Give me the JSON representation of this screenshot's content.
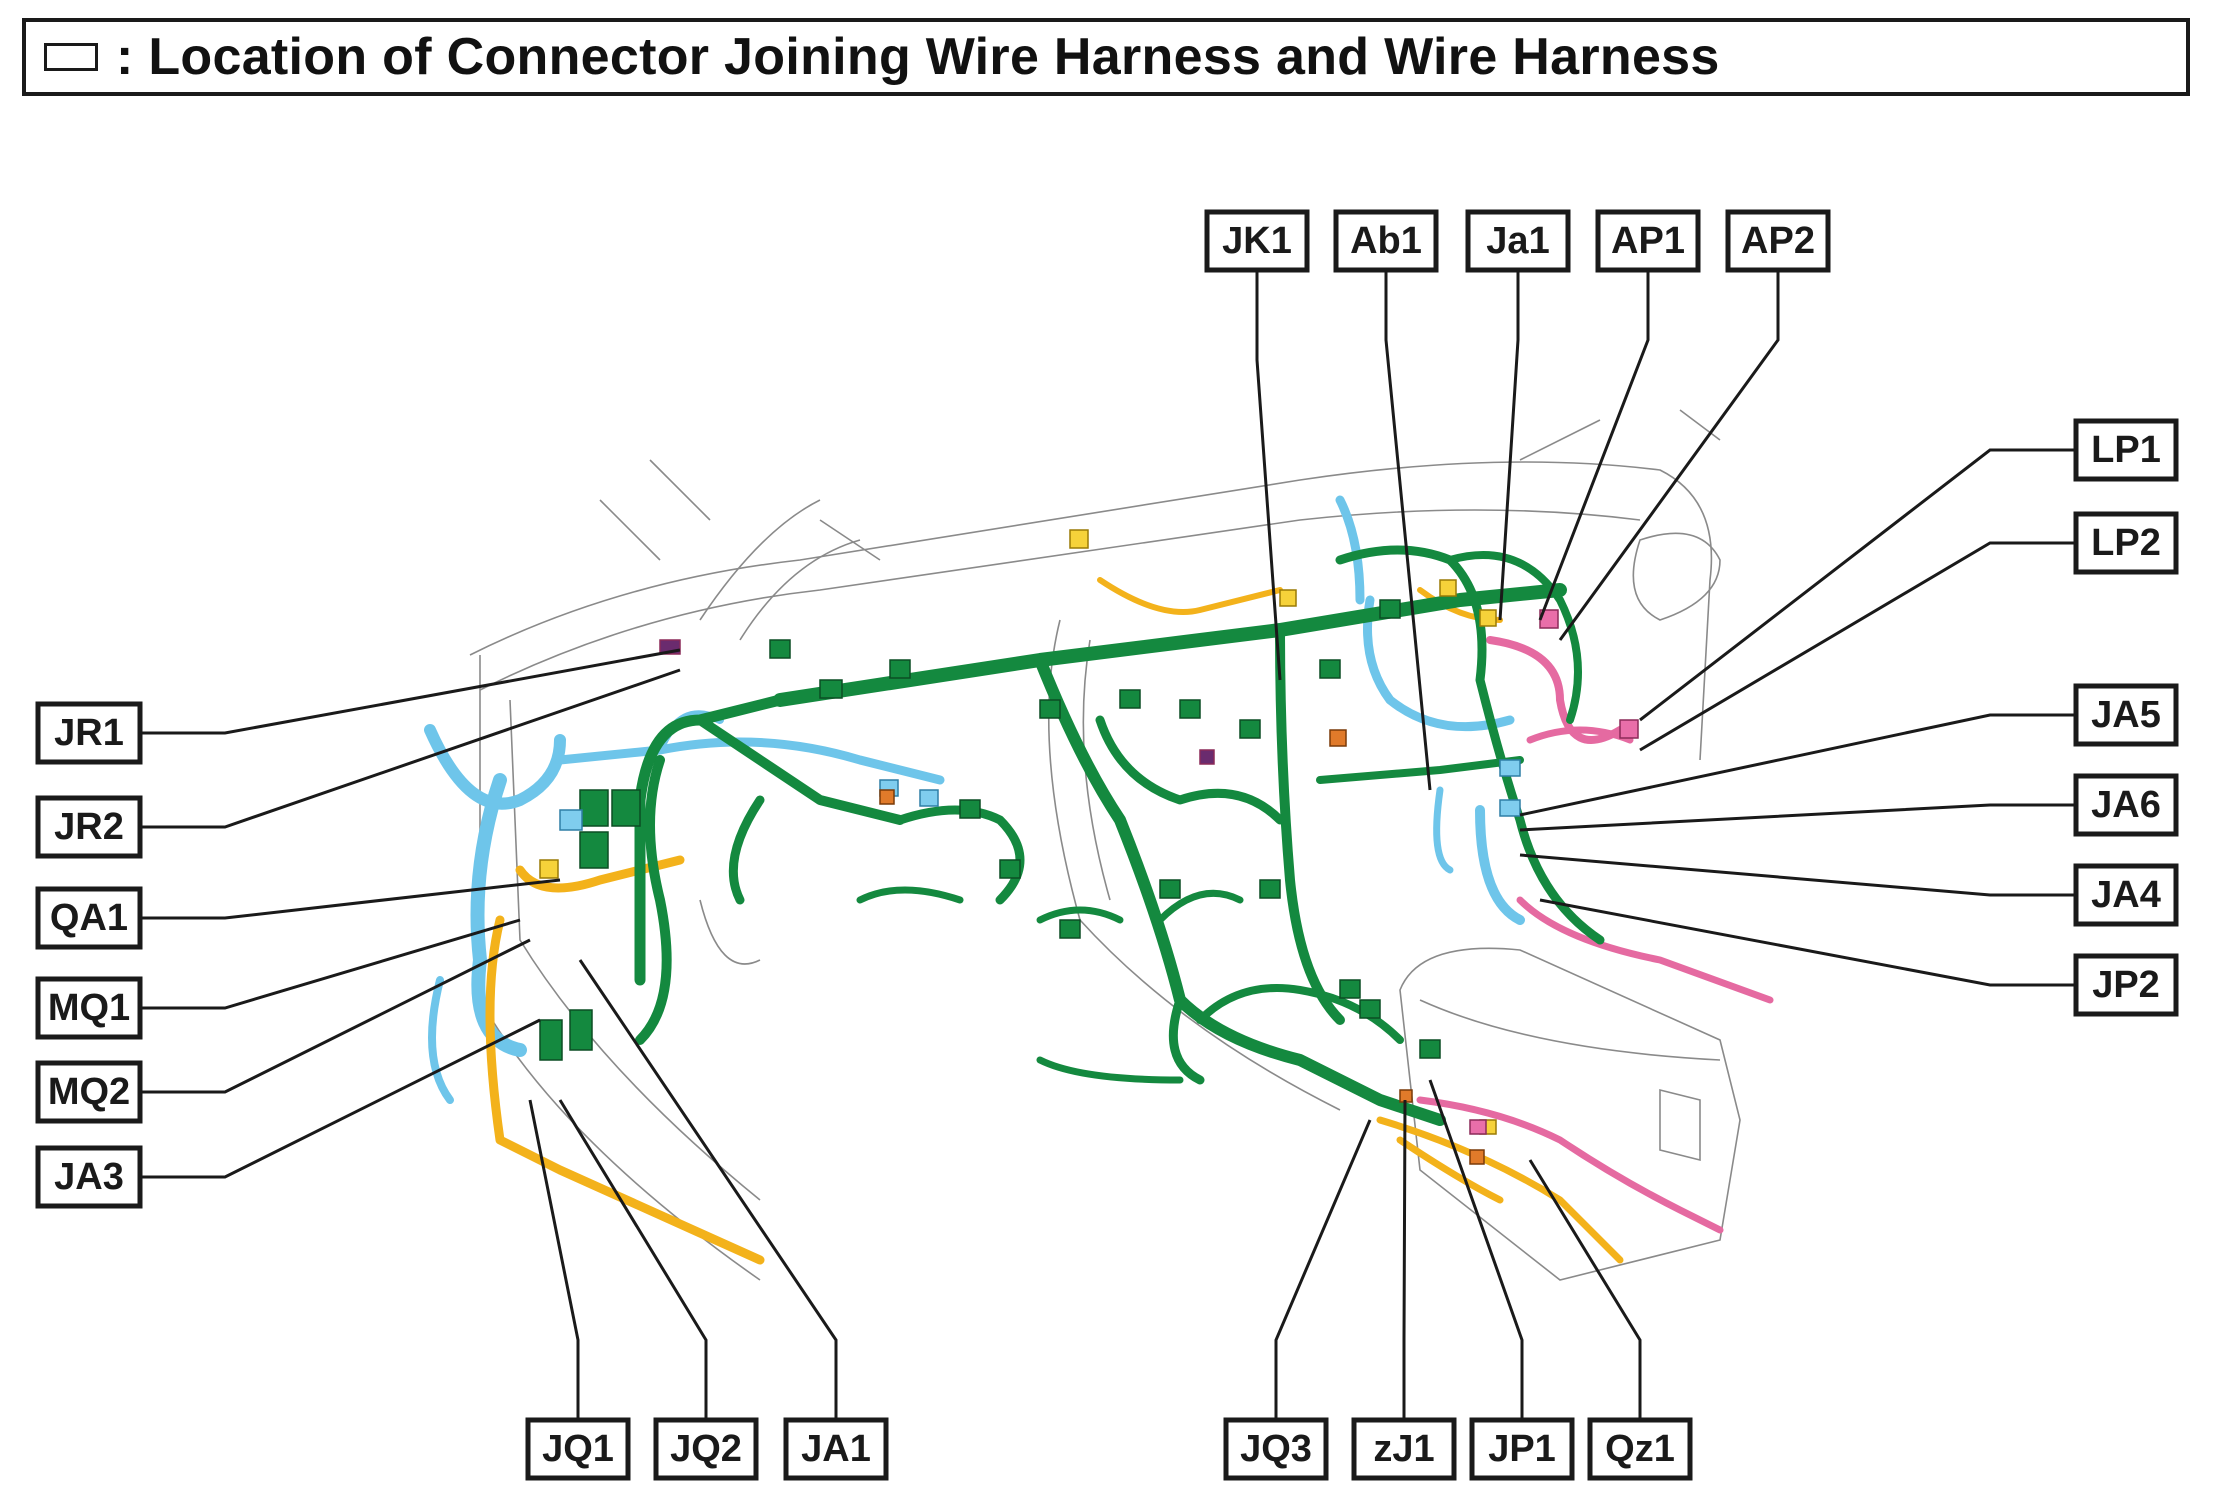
{
  "title": ": Location of Connector Joining Wire Harness and Wire Harness",
  "labels": {
    "JK1": "JK1",
    "Ab1": "Ab1",
    "Ja1": "Ja1",
    "AP1": "AP1",
    "AP2": "AP2",
    "LP1": "LP1",
    "LP2": "LP2",
    "JA5": "JA5",
    "JA6": "JA6",
    "JA4": "JA4",
    "JP2": "JP2",
    "JR1": "JR1",
    "JR2": "JR2",
    "QA1": "QA1",
    "MQ1": "MQ1",
    "MQ2": "MQ2",
    "JA3": "JA3",
    "JQ1": "JQ1",
    "JQ2": "JQ2",
    "JA1": "JA1",
    "JQ3": "JQ3",
    "zJ1": "zJ1",
    "JP1": "JP1",
    "Qz1": "Qz1"
  },
  "harness_colors": {
    "instrument_panel": "#14893f",
    "cowl": "#6ec5ea",
    "floor": "#f3b21b",
    "console": "#e56aa1",
    "connector_orange": "#e07a2a",
    "connector_purple": "#6a2b6e"
  }
}
